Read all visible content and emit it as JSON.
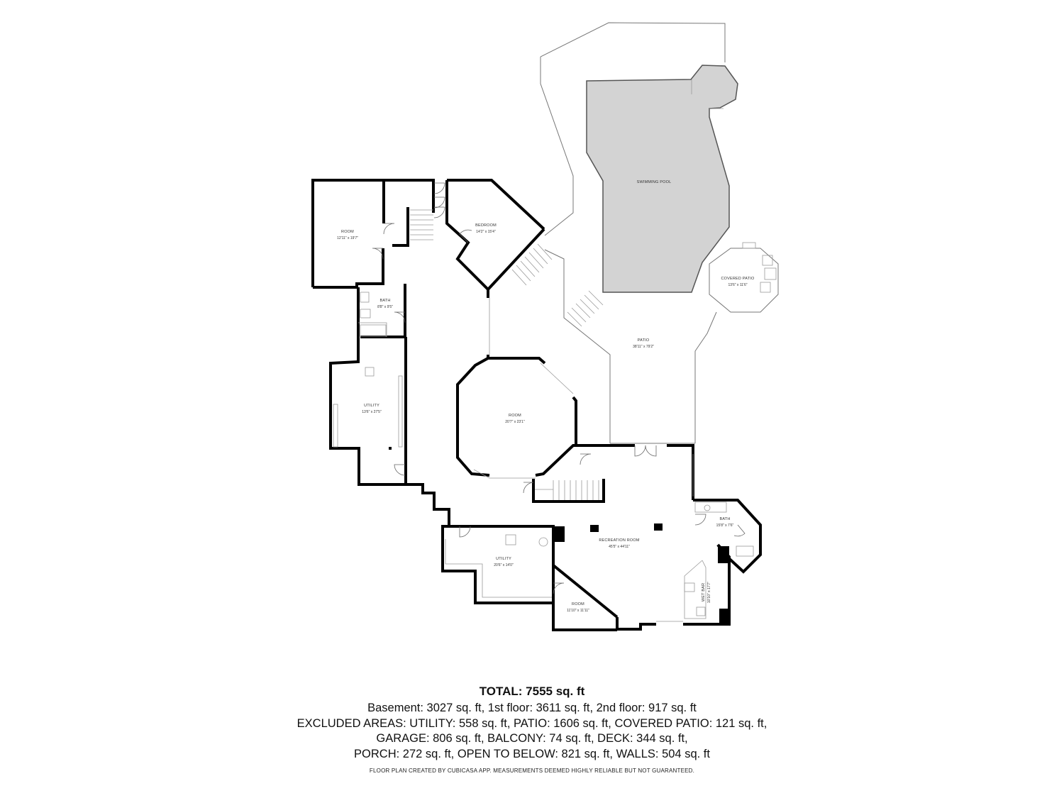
{
  "rooms": {
    "swimming_pool": {
      "name": "SWIMMING POOL"
    },
    "covered_patio": {
      "name": "COVERED PATIO",
      "dim": "13'6\" x 11'6\""
    },
    "patio": {
      "name": "PATIO",
      "dim": "38'11\" x 79'2\""
    },
    "room_nw": {
      "name": "ROOM",
      "dim": "12'11\" x 19'7\""
    },
    "bedroom": {
      "name": "BEDROOM",
      "dim": "14'2\" x 15'4\""
    },
    "bath_w": {
      "name": "BATH",
      "dim": "8'8\" x 9'5\""
    },
    "utility_w": {
      "name": "UTILITY",
      "dim": "13'6\" x 27'5\""
    },
    "room_oct": {
      "name": "ROOM",
      "dim": "20'7\" x 23'1\""
    },
    "recreation": {
      "name": "RECREATION ROOM",
      "dim": "45'5\" x 44'11\""
    },
    "bath_e": {
      "name": "BATH",
      "dim": "15'8\" x 7'6\""
    },
    "utility_s": {
      "name": "UTILITY",
      "dim": "20'6\" x 14'0\""
    },
    "room_s": {
      "name": "ROOM",
      "dim": "11'10\" x 11'11\""
    },
    "wet_bar": {
      "name": "WET BAR",
      "dim": "10'10\" x 17'7\""
    }
  },
  "summary": {
    "total": "TOTAL: 7555 sq. ft",
    "line1": "Basement: 3027 sq. ft, 1st floor: 3611 sq. ft, 2nd floor: 917 sq. ft",
    "line2": "EXCLUDED AREAS: UTILITY: 558 sq. ft, PATIO: 1606 sq. ft, COVERED PATIO: 121 sq. ft,",
    "line3": "GARAGE: 806 sq. ft, BALCONY: 74 sq. ft, DECK: 344 sq. ft,",
    "line4": "PORCH: 272 sq. ft, OPEN TO BELOW: 821 sq. ft, WALLS: 504 sq. ft",
    "credit": "FLOOR PLAN CREATED BY CUBICASA APP. MEASUREMENTS DEEMED HIGHLY RELIABLE BUT NOT GUARANTEED."
  },
  "colors": {
    "wall": "#000000",
    "pool_fill": "#d3d3d3",
    "background": "#ffffff"
  }
}
